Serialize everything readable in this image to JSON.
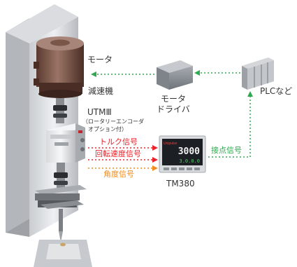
{
  "labels": {
    "motor": "モータ",
    "reducer": "減速機",
    "sensor_model": "UTMⅢ",
    "sensor_option_line1": "（ロータリーエンコーダ",
    "sensor_option_line2": "オプション付）",
    "driver_line1": "モータ",
    "driver_line2": "ドライバ",
    "plc": "PLCなど",
    "torque_signal": "トルク信号",
    "speed_signal": "回転速度信号",
    "angle_signal": "角度信号",
    "contact_signal": "接点信号",
    "indicator_model": "TM380"
  },
  "indicator": {
    "brand": "Unipulse",
    "main_value": "3000",
    "sub_value": "3.0.0.0"
  },
  "colors": {
    "torque": "#e8232a",
    "speed": "#e8232a",
    "angle": "#f08c1e",
    "contact": "#2fa84f",
    "driver_link": "#2fa84f"
  }
}
